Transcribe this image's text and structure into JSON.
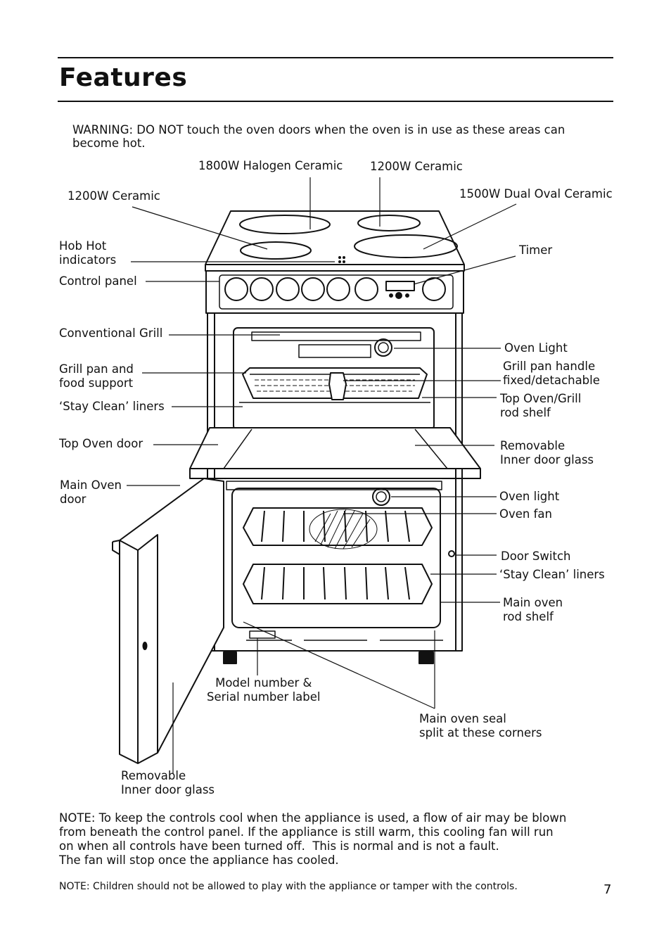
{
  "page": {
    "title": "Features",
    "warning": "WARNING: DO NOT touch the oven doors when the oven is in use as these areas can become hot.",
    "note_fan": "NOTE: To keep the controls cool when the appliance is used, a flow of air may be blown\nfrom beneath the control panel. If the appliance is still warm, this cooling fan will run\non when all controls have been turned off.  This is normal and is not a fault.\nThe fan will stop once the appliance has cooled.",
    "note_children": "NOTE: Children should not be allowed to play with the appliance or tamper with the controls.",
    "page_number": "7"
  },
  "labels": {
    "halogen_1800": "1800W Halogen Ceramic",
    "ceramic_1200_right": "1200W Ceramic",
    "ceramic_1200_left": "1200W Ceramic",
    "dual_oval_1500": "1500W Dual Oval Ceramic",
    "hob_hot": "Hob Hot\nindicators",
    "timer": "Timer",
    "control_panel": "Control panel",
    "conventional_grill": "Conventional Grill",
    "oven_light_top": "Oven Light",
    "grill_pan_support": "Grill pan and\nfood support",
    "grill_pan_handle": "Grill pan handle\nfixed/detachable",
    "stay_clean_top": "‘Stay Clean’ liners",
    "top_shelf": "Top Oven/Grill\nrod shelf",
    "top_oven_door": "Top Oven door",
    "removable_glass_right": "Removable\nInner door glass",
    "main_oven_door": "Main Oven\ndoor",
    "oven_light_main": "Oven light",
    "oven_fan": "Oven fan",
    "door_switch": "Door Switch",
    "stay_clean_main": "‘Stay Clean’ liners",
    "main_shelf": "Main oven\nrod shelf",
    "model_label": "Model number &\nSerial number label",
    "main_seal": "Main oven seal\nsplit at these corners",
    "removable_glass_bottom": "Removable\nInner door glass"
  }
}
